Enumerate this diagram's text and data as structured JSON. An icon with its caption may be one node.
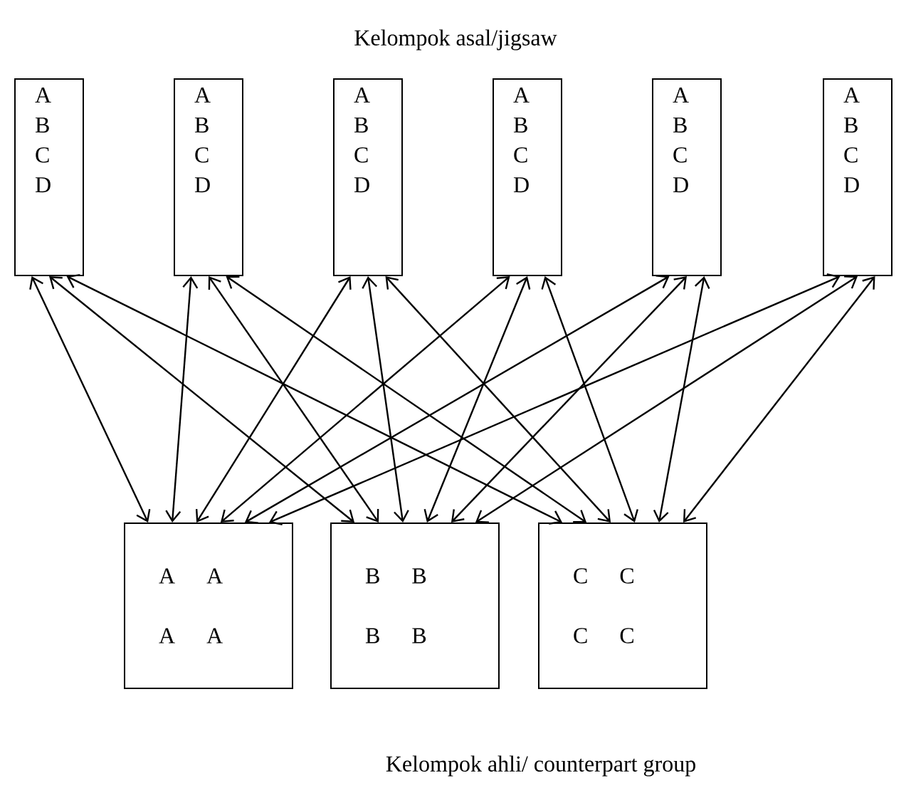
{
  "diagram": {
    "title": "Kelompok asal/jigsaw",
    "caption": "Kelompok ahli/ counterpart group",
    "nodes": [
      {
        "text": [
          "A B C D"
        ]
      },
      {
        "text": [
          "A B C D"
        ]
      },
      {
        "text": [
          "A B C D"
        ]
      },
      {
        "text": [
          "A B C D"
        ]
      },
      {
        "text": [
          "A B C D"
        ]
      },
      {
        "text": [
          "A B C D"
        ]
      },
      {
        "text": [
          "A A A A"
        ]
      },
      {
        "text": [
          "B B B B"
        ]
      },
      {
        "text": [
          "C C C C"
        ]
      }
    ],
    "edges": [
      {
        "from": 0,
        "to": 6,
        "arrow": "both"
      },
      {
        "from": 0,
        "to": 7,
        "arrow": "both"
      },
      {
        "from": 0,
        "to": 8,
        "arrow": "both"
      },
      {
        "from": 1,
        "to": 6,
        "arrow": "both"
      },
      {
        "from": 1,
        "to": 7,
        "arrow": "both"
      },
      {
        "from": 1,
        "to": 8,
        "arrow": "both"
      },
      {
        "from": 2,
        "to": 6,
        "arrow": "both"
      },
      {
        "from": 2,
        "to": 7,
        "arrow": "both"
      },
      {
        "from": 2,
        "to": 8,
        "arrow": "both"
      },
      {
        "from": 3,
        "to": 6,
        "arrow": "both"
      },
      {
        "from": 3,
        "to": 7,
        "arrow": "both"
      },
      {
        "from": 3,
        "to": 8,
        "arrow": "both"
      },
      {
        "from": 4,
        "to": 6,
        "arrow": "both"
      },
      {
        "from": 4,
        "to": 7,
        "arrow": "both"
      },
      {
        "from": 4,
        "to": 8,
        "arrow": "both"
      },
      {
        "from": 5,
        "to": 6,
        "arrow": "both"
      },
      {
        "from": 5,
        "to": 7,
        "arrow": "both"
      },
      {
        "from": 5,
        "to": 8,
        "arrow": "both"
      }
    ]
  }
}
